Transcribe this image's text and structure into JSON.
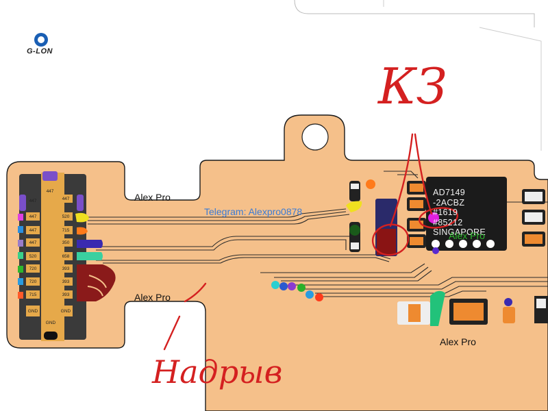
{
  "logo": {
    "icon": "g-lon-logo",
    "text": "G-LON"
  },
  "watermarks": {
    "top": "Alex Pro",
    "middle": "Alex Pro",
    "bottom": "Alex Pro",
    "telegram": "Telegram: Alexpro0878",
    "chip_overlay": "Alex Pro"
  },
  "chip": {
    "lines": [
      "AD7149",
      "-2ACBZ",
      "#1619",
      "#85212",
      "SINGAPORE"
    ]
  },
  "annotations": {
    "short": "КЗ",
    "open": "Надрыв",
    "color": "#d42020"
  },
  "connector": {
    "top_pin": "447",
    "left_pins": [
      "447",
      "447",
      "447",
      "447",
      "520",
      "720",
      "720",
      "715"
    ],
    "right_pins": [
      "447",
      "520",
      "715",
      "350",
      "658",
      "393",
      "393",
      "393"
    ],
    "gnd": "GND"
  },
  "colors": {
    "board": "#f5c08a",
    "outline": "#1a1a1a",
    "chip": "#1b1b1b",
    "pad": "#ee8a30",
    "trace": "#2a2a2a"
  }
}
